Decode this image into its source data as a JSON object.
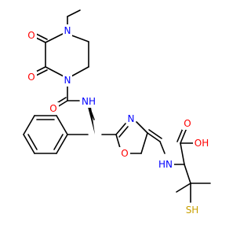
{
  "structure": {
    "atoms": [
      {
        "id": "O1",
        "label": "O",
        "color": "#ff0000"
      },
      {
        "id": "O2",
        "label": "O",
        "color": "#ff0000"
      },
      {
        "id": "N1",
        "label": "N",
        "color": "#0000ff"
      },
      {
        "id": "N2",
        "label": "N",
        "color": "#0000ff"
      },
      {
        "id": "O3",
        "label": "O",
        "color": "#ff0000"
      },
      {
        "id": "NH1",
        "label": "NH",
        "color": "#0000ff"
      },
      {
        "id": "N3",
        "label": "N",
        "color": "#0000ff"
      },
      {
        "id": "O4",
        "label": "O",
        "color": "#ff0000"
      },
      {
        "id": "OH",
        "label": "OH",
        "color": "#ff0000"
      },
      {
        "id": "O5",
        "label": "O",
        "color": "#ff0000"
      },
      {
        "id": "HN",
        "label": "HN",
        "color": "#0000ff"
      },
      {
        "id": "SH",
        "label": "SH",
        "color": "#c8a000"
      }
    ]
  }
}
